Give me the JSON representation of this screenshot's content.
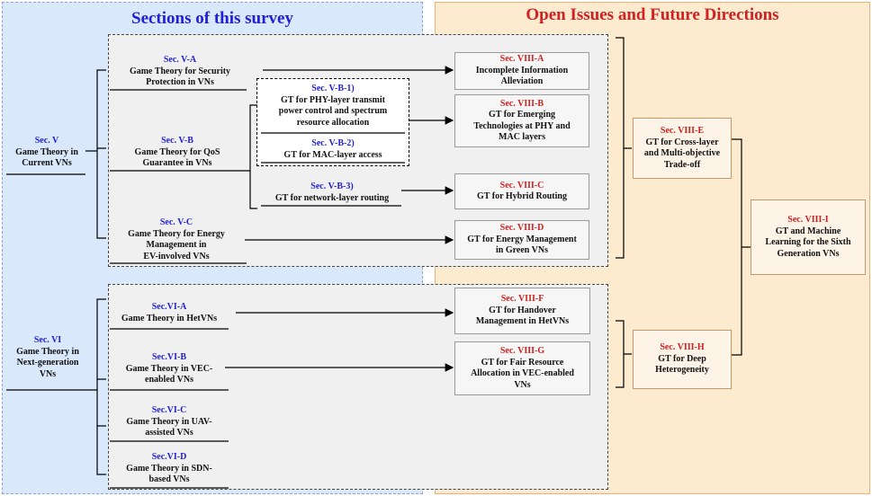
{
  "titles": {
    "left": "Sections of this survey",
    "right": "Open Issues and Future Directions"
  },
  "sections": {
    "v": {
      "code": "Sec. V",
      "text": "Game Theory in\nCurrent VNs"
    },
    "vi": {
      "code": "Sec. VI",
      "text": "Game Theory in\nNext-generation\nVNs"
    }
  },
  "subsections": {
    "va": {
      "code": "Sec. V-A",
      "text": "Game Theory for  Security\nProtection in VNs"
    },
    "vb": {
      "code": "Sec. V-B",
      "text": "Game Theory for QoS\nGuarantee in VNs"
    },
    "vb1": {
      "code": "Sec. V-B-1)",
      "text": "GT for PHY-layer transmit\npower control and  spectrum\nresource allocation"
    },
    "vb2": {
      "code": "Sec. V-B-2)",
      "text": "GT for MAC-layer access"
    },
    "vb3": {
      "code": "Sec. V-B-3)",
      "text": "GT for network-layer routing"
    },
    "vc": {
      "code": "Sec. V-C",
      "text": "Game Theory for Energy\nManagement in\nEV-involved VNs"
    },
    "via": {
      "code": "Sec.VI-A",
      "text": "Game Theory in HetVNs"
    },
    "vib": {
      "code": "Sec.VI-B",
      "text": "Game Theory in VEC-\nenabled VNs"
    },
    "vic": {
      "code": "Sec.VI-C",
      "text": "Game Theory in UAV-\nassisted VNs"
    },
    "vid": {
      "code": "Sec.VI-D",
      "text": "Game Theory in SDN-\nbased VNs"
    }
  },
  "issues": {
    "viiia": {
      "code": "Sec. VIII-A",
      "text": "Incomplete Information\nAlleviation"
    },
    "viiib": {
      "code": "Sec. VIII-B",
      "text": "GT for Emerging\nTechnologies at PHY and\nMAC layers"
    },
    "viiic": {
      "code": "Sec. VIII-C",
      "text": "GT for Hybrid Routing"
    },
    "viiid": {
      "code": "Sec. VIII-D",
      "text": "GT for Energy Management\nin Green VNs"
    },
    "viiie": {
      "code": "Sec. VIII-E",
      "text": "GT for Cross-layer\nand Multi-objective\nTrade-off"
    },
    "viiif": {
      "code": "Sec. VIII-F",
      "text": "GT for Handover\nManagement in HetVNs"
    },
    "viiig": {
      "code": "Sec. VIII-G",
      "text": "GT for Fair Resource\nAllocation in VEC-enabled\nVNs"
    },
    "viiih": {
      "code": "Sec. VIII-H",
      "text": "GT for Deep\nHeterogeneity"
    },
    "viiii": {
      "code": "Sec. VIII-I",
      "text": "GT and Machine\nLearning for the Sixth\nGeneration VNs"
    }
  }
}
